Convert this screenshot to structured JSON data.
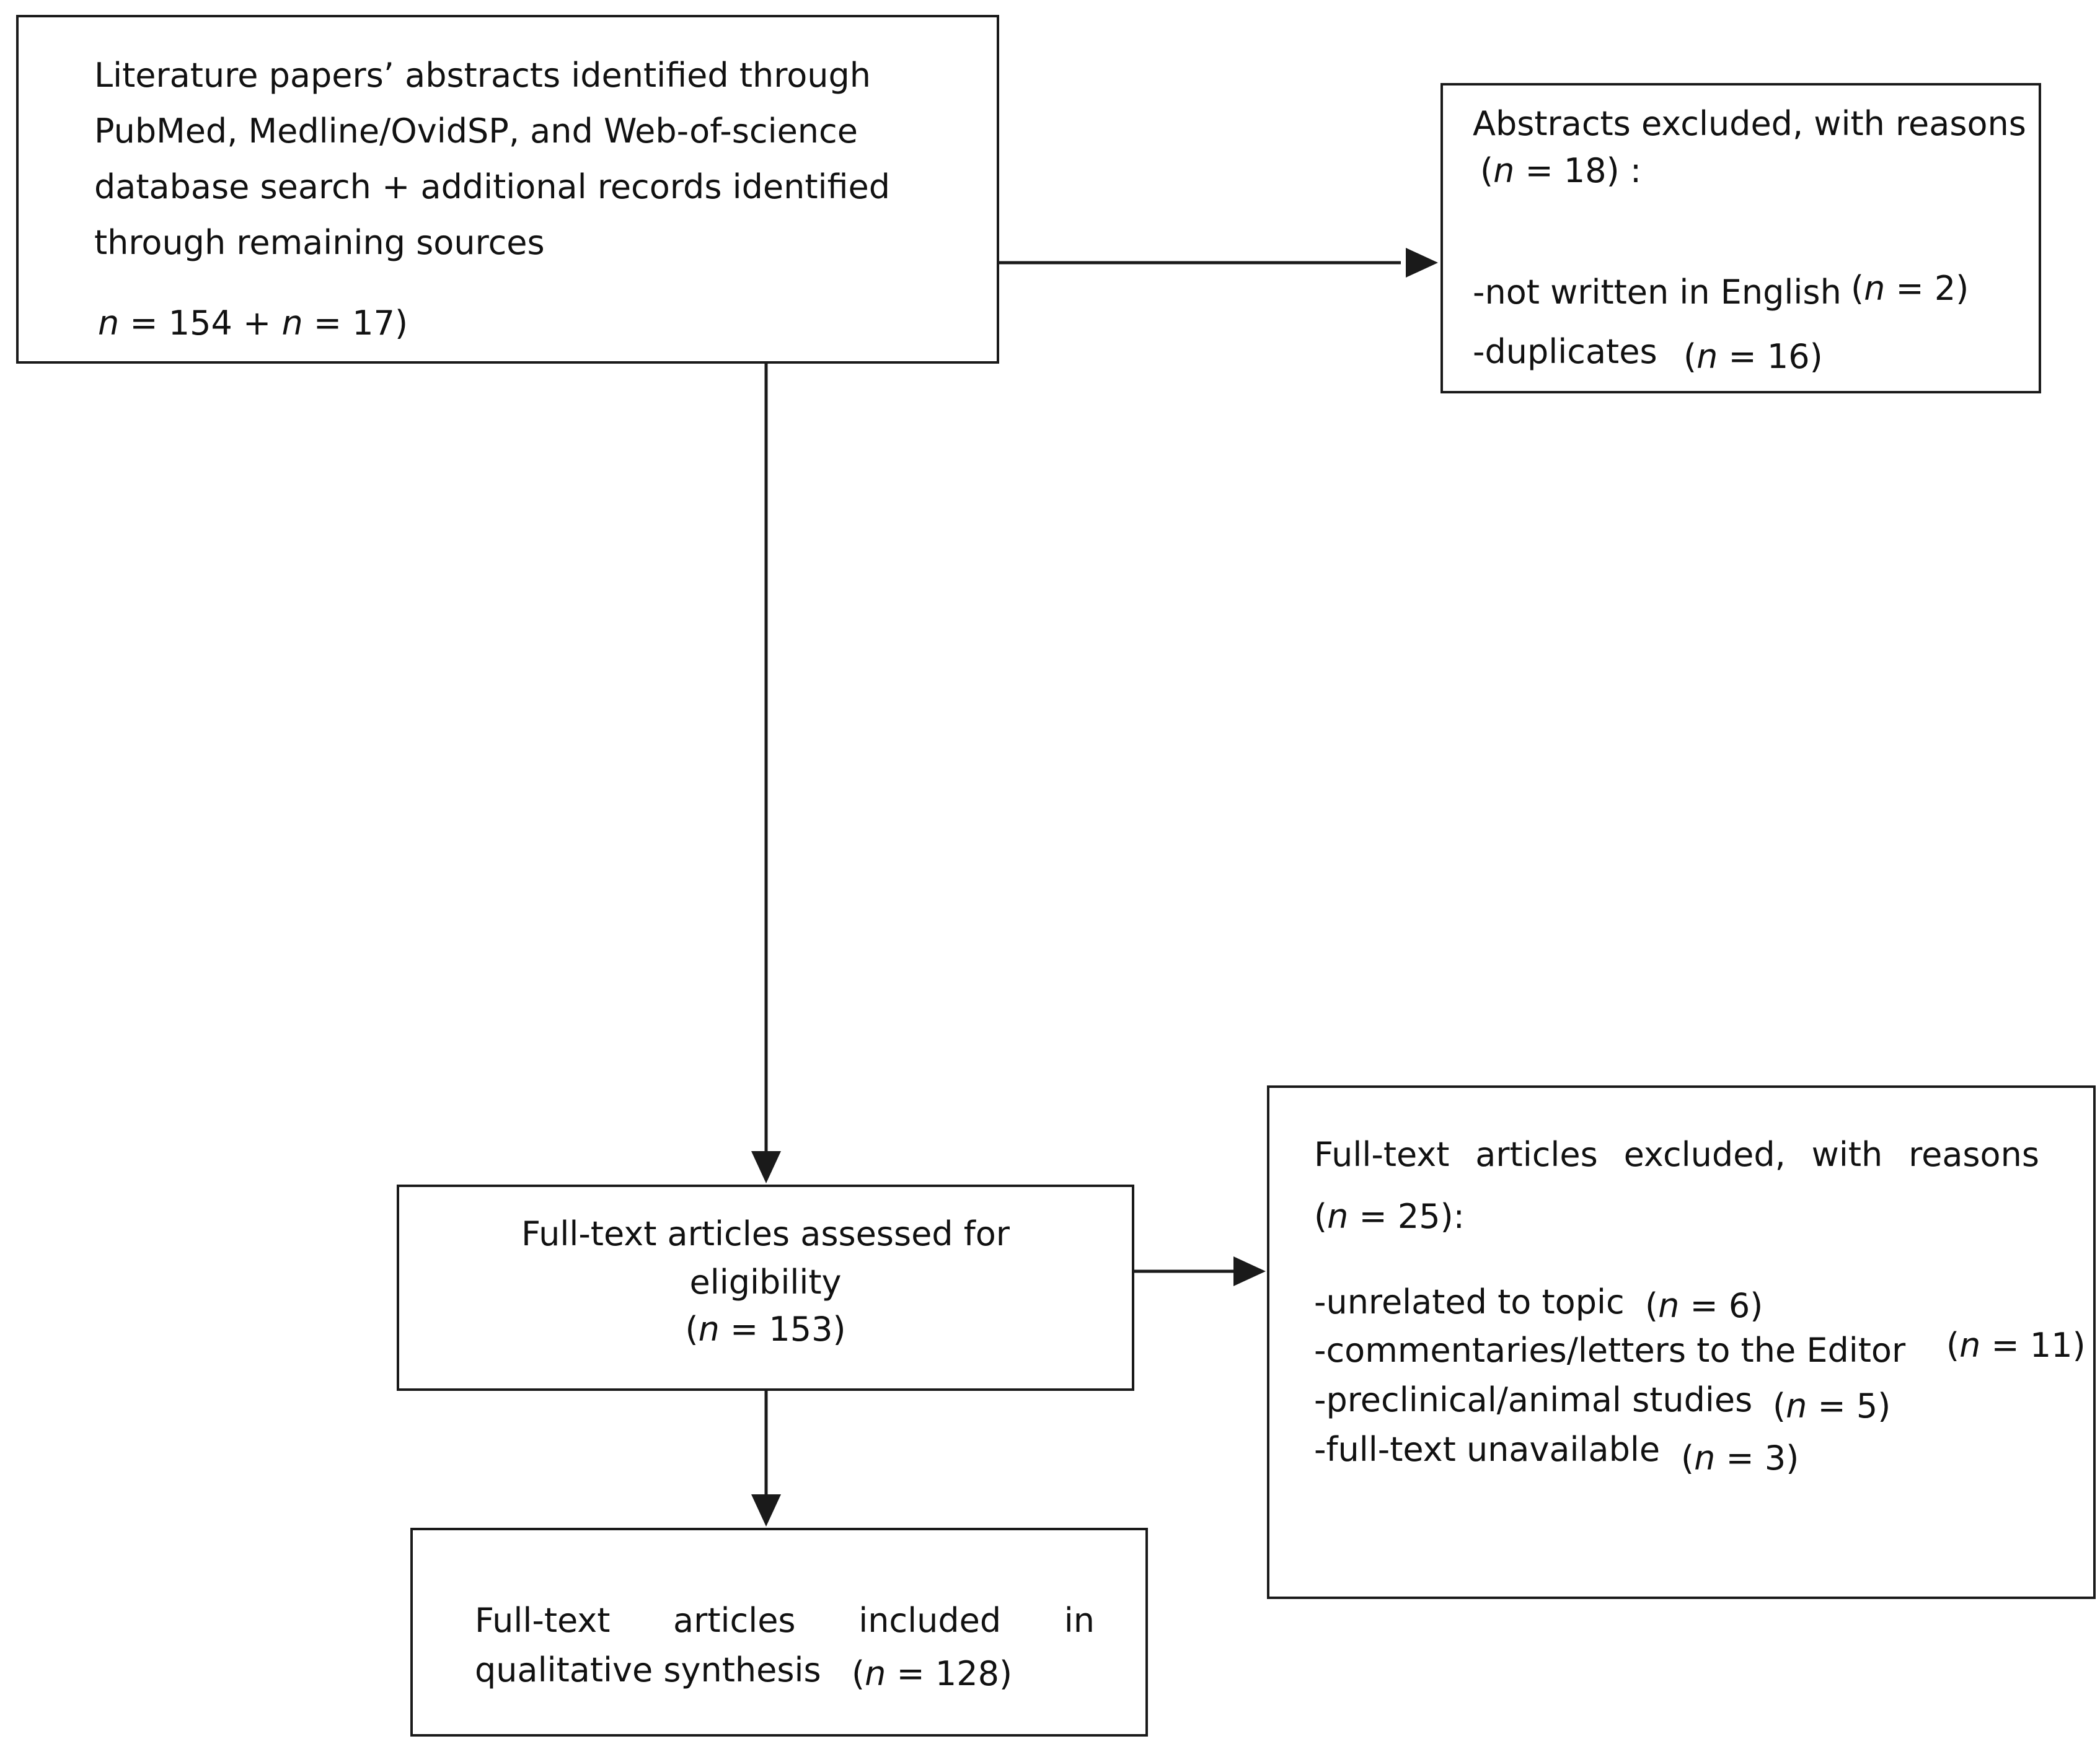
{
  "boxes": {
    "identified": {
      "lines": [
        "Literature papers’ abstracts identified through",
        "PubMed, Medline/OvidSP, and Web-of-science",
        "database search + additional records identified",
        "through remaining sources"
      ],
      "count_parts": [
        "n",
        " = 154 + ",
        "n",
        " = 17)"
      ]
    },
    "abstracts_excluded": {
      "heading": "Abstracts excluded, with reasons",
      "count_parts": [
        "(",
        "n",
        " = 18)  :"
      ],
      "reasons": [
        {
          "label": "-not written in English",
          "count_parts": [
            "(",
            "n",
            " = 2)"
          ]
        },
        {
          "label": "-duplicates",
          "count_parts": [
            "(",
            "n",
            " = 16)"
          ]
        }
      ]
    },
    "assessed": {
      "lines": [
        "Full-text articles assessed for",
        "eligibility"
      ],
      "count_parts": [
        "(",
        "n",
        " = 153)"
      ]
    },
    "fulltext_excluded": {
      "heading_words": [
        "Full-text",
        "articles",
        "excluded,",
        "with",
        "reasons"
      ],
      "count_parts": [
        "(",
        "n",
        " = 25):"
      ],
      "reasons": [
        {
          "label": "-unrelated to topic",
          "count_parts": [
            "(",
            "n",
            " = 6)"
          ]
        },
        {
          "label": "-commentaries/letters to the Editor",
          "count_parts": [
            "(",
            "n",
            " = 11)"
          ]
        },
        {
          "label": "-preclinical/animal studies",
          "count_parts": [
            "(",
            "n",
            " = 5)"
          ]
        },
        {
          "label": "-full-text unavailable",
          "count_parts": [
            "(",
            "n",
            " = 3)"
          ]
        }
      ]
    },
    "included": {
      "line1_words": [
        "Full-text",
        "articles",
        "included",
        "in"
      ],
      "line2": "qualitative synthesis",
      "count_parts": [
        "(",
        "n",
        " = 128)"
      ]
    }
  }
}
